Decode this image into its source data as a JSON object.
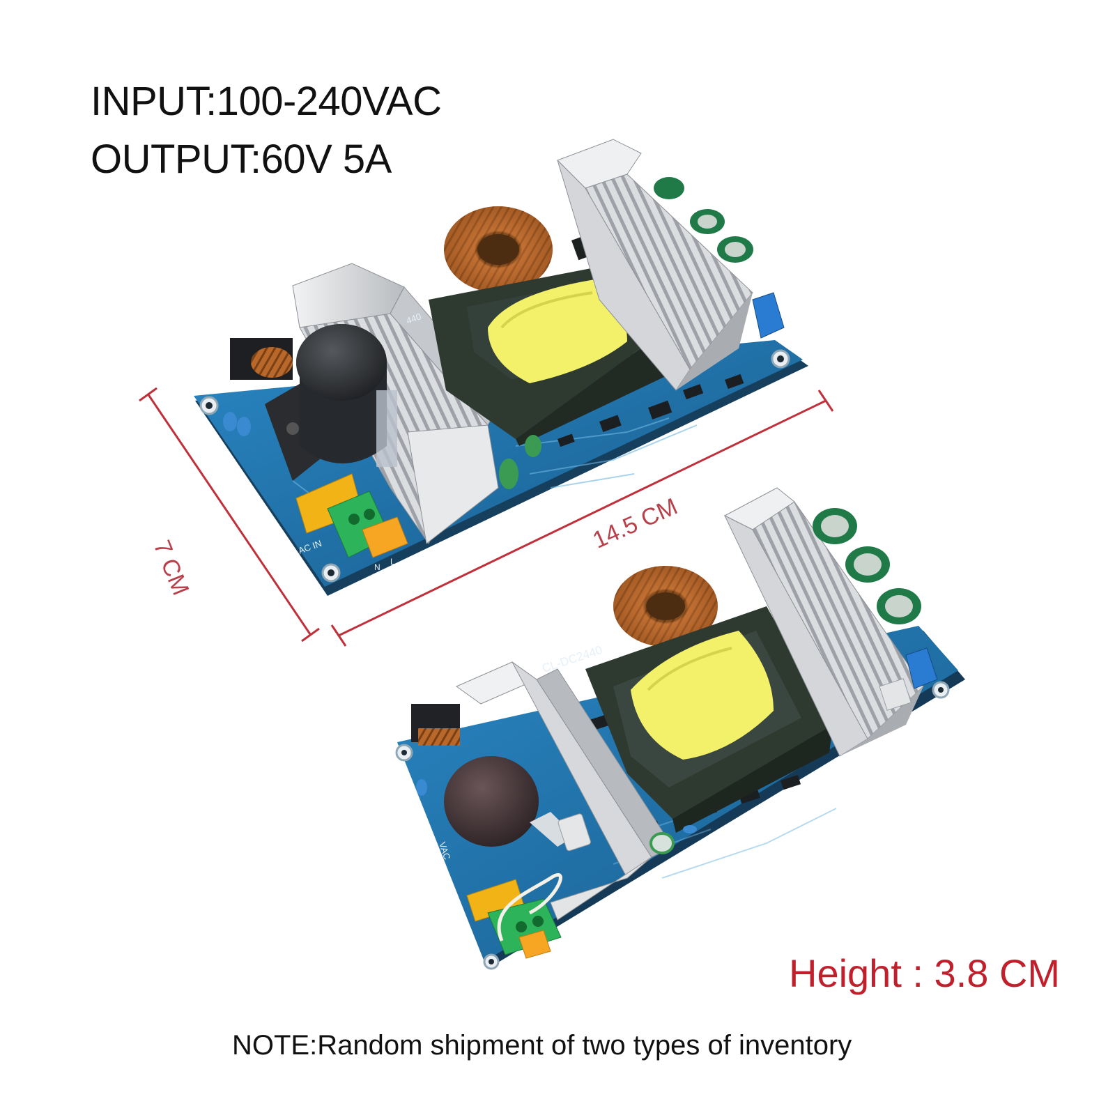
{
  "specs": {
    "input": "INPUT:100-240VAC",
    "output": "OUTPUT:60V 5A"
  },
  "dimensions": {
    "width": "7 CM",
    "length": "14.5 CM",
    "height": "Height : 3.8 CM"
  },
  "board_print": {
    "ac_in": "AC IN",
    "n": "N",
    "l": "L",
    "model_top": "440",
    "model_bottom": "CL-DC2440",
    "vac": "VAC"
  },
  "note": "NOTE:Random shipment of two types of inventory",
  "colors": {
    "pcb": "#1f6fa8",
    "heatsink": "#d9dadc",
    "transformer_core": "#2e3a30",
    "coil": "#f3f06a",
    "dimension_line": "#c0303a",
    "copper": "#b8682a"
  }
}
